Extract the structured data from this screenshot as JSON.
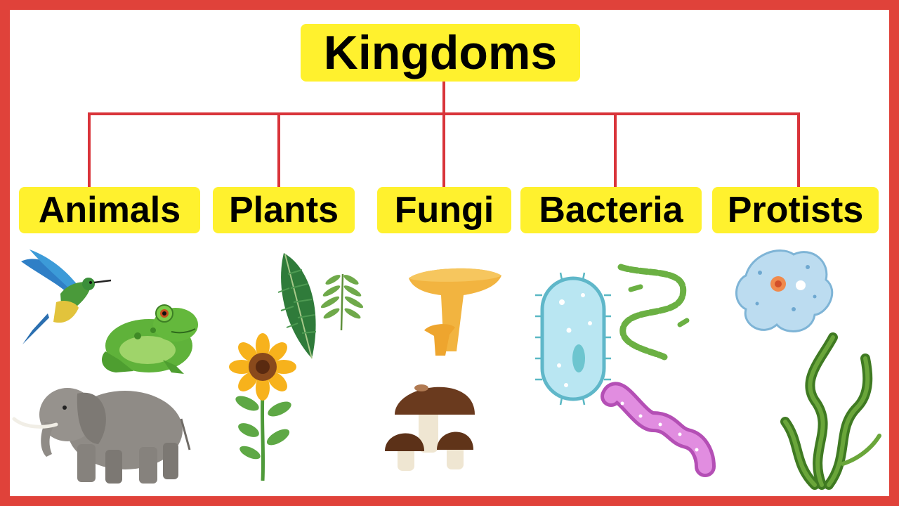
{
  "title": "Kingdoms",
  "kingdoms": [
    {
      "label": "Animals",
      "examples": [
        "hummingbird-icon",
        "frog-icon",
        "elephant-icon"
      ]
    },
    {
      "label": "Plants",
      "examples": [
        "leaf-icon",
        "fern-icon",
        "sunflower-icon"
      ]
    },
    {
      "label": "Fungi",
      "examples": [
        "chanterelle-icon",
        "mushroom-icon"
      ]
    },
    {
      "label": "Bacteria",
      "examples": [
        "bacillus-icon",
        "streptococcus-chain-icon",
        "spirillum-icon"
      ]
    },
    {
      "label": "Protists",
      "examples": [
        "amoeba-icon",
        "seaweed-icon"
      ]
    }
  ],
  "colors": {
    "frame": "#e0423a",
    "connector": "#d9343a",
    "label_background": "#fff12e",
    "text": "#000000"
  }
}
